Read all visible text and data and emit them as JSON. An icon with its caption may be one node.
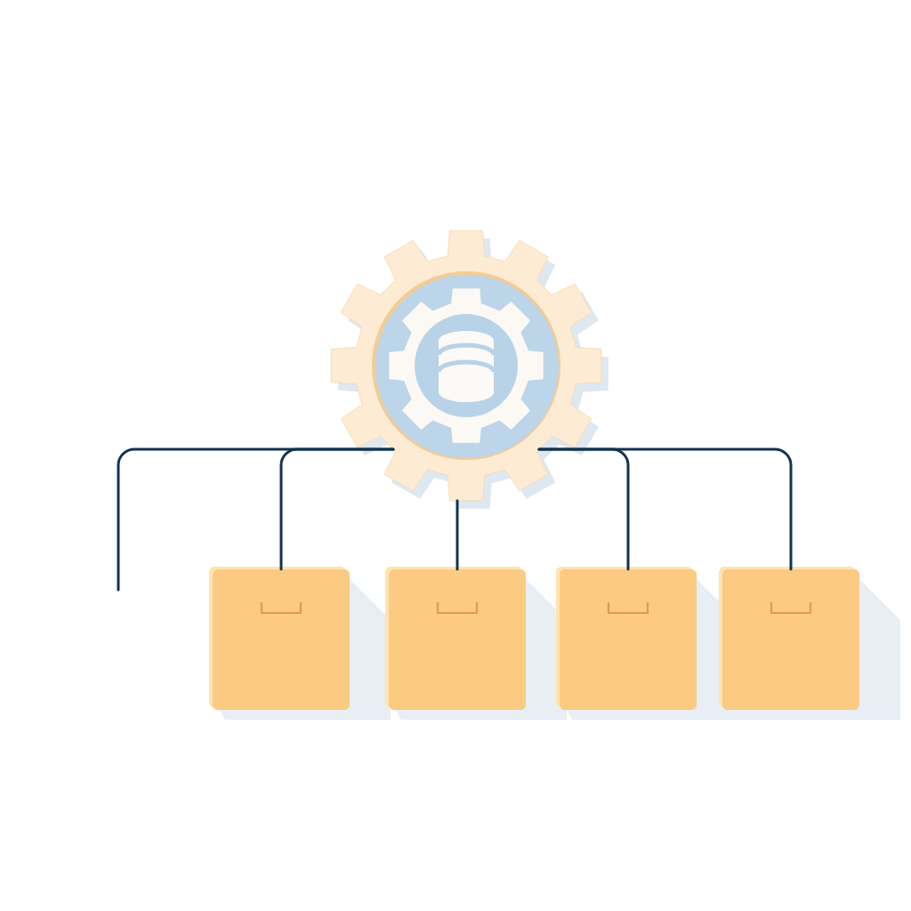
{
  "diagram": {
    "nodes": [
      {
        "text": [],
        "shape": "gear"
      },
      {
        "text": [],
        "shape": "box"
      },
      {
        "text": [],
        "shape": "box"
      },
      {
        "text": [],
        "shape": "box"
      },
      {
        "text": [],
        "shape": "box"
      }
    ],
    "edges": [
      {
        "from": 0,
        "to": null,
        "arrow": "none"
      },
      {
        "from": 0,
        "to": 1,
        "arrow": "none"
      },
      {
        "from": 0,
        "to": 2,
        "arrow": "none"
      },
      {
        "from": 0,
        "to": 3,
        "arrow": "none"
      },
      {
        "from": 0,
        "to": 4,
        "arrow": "none"
      }
    ]
  }
}
